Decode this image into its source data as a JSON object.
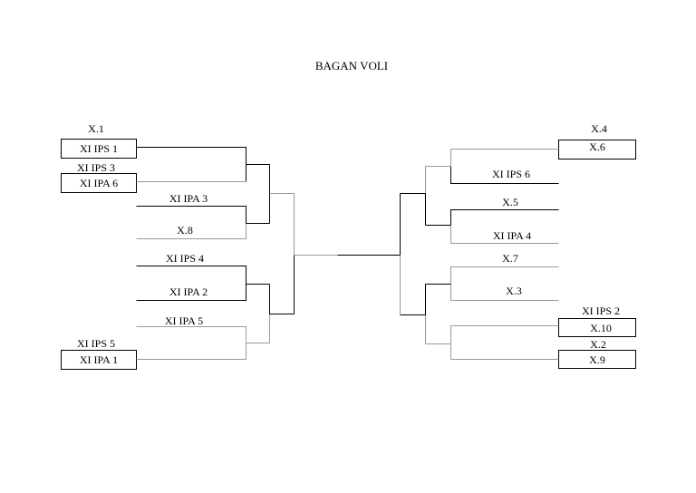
{
  "title": "BAGAN VOLI",
  "left": {
    "byes": [
      {
        "label_above": "X.1",
        "box": "XI IPS 1"
      },
      {
        "label_above": "XI IPS 3",
        "box": "XI IPA 6"
      },
      {
        "label_above": "XI IPS 5",
        "box": "XI IPA 1"
      }
    ],
    "teams": [
      "XI IPA 3",
      "X.8",
      "XI IPS 4",
      "XI IPA 2",
      "XI IPA 5"
    ]
  },
  "right": {
    "byes": [
      {
        "label_above": "X.4",
        "box": "X.6"
      },
      {
        "label_above": "XI IPS 2",
        "box": "X.10"
      },
      {
        "label_above": "X.2",
        "box": "X.9"
      }
    ],
    "teams": [
      "XI IPS 6",
      "X.5",
      "XI IPA 4",
      "X.7",
      "X.3"
    ]
  }
}
